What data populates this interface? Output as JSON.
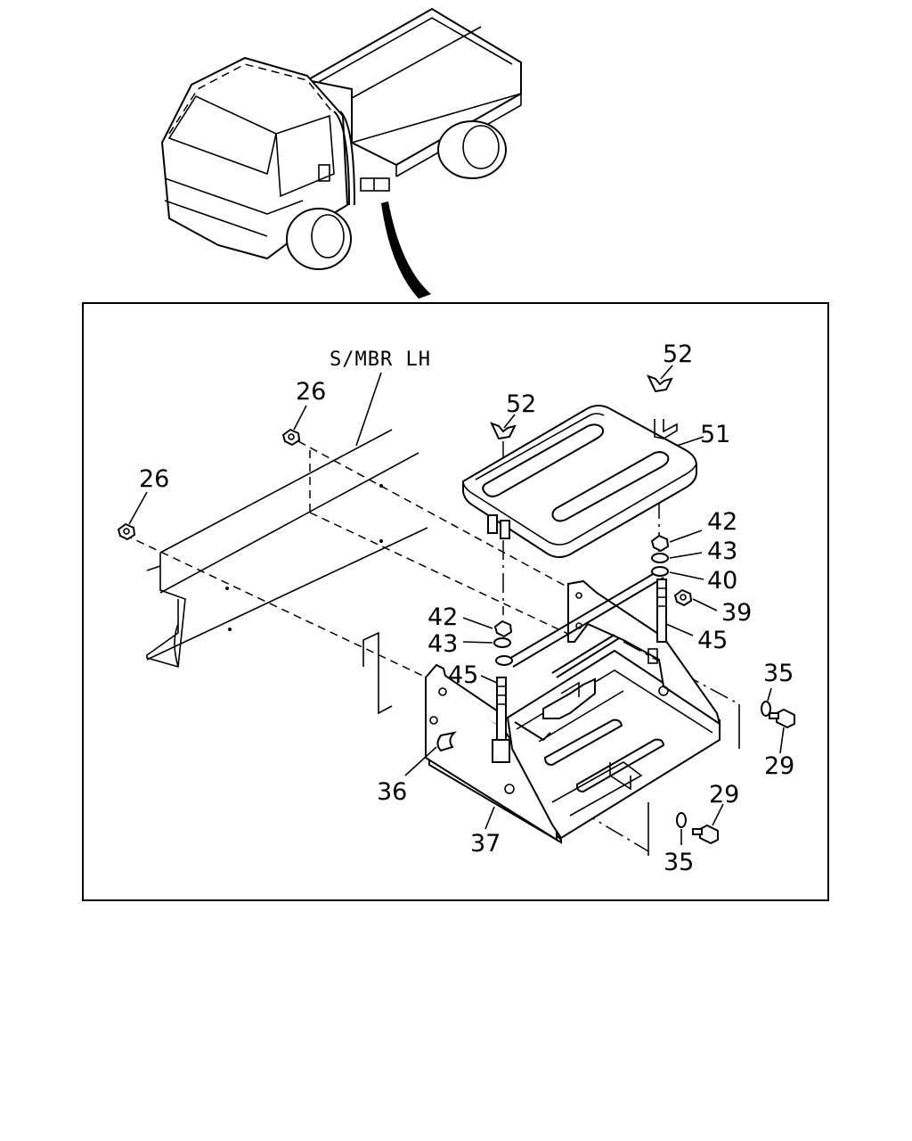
{
  "diagram": {
    "frame_label": "S/MBR LH",
    "callouts": {
      "c26a": "26",
      "c26b": "26",
      "c52a": "52",
      "c52b": "52",
      "c51": "51",
      "c42a": "42",
      "c43a": "43",
      "c40": "40",
      "c39": "39",
      "c45a": "45",
      "c42b": "42",
      "c43b": "43",
      "c45b": "45",
      "c35a": "35",
      "c29a": "29",
      "c36": "36",
      "c37": "37",
      "c29b": "29",
      "c35b": "35"
    }
  }
}
